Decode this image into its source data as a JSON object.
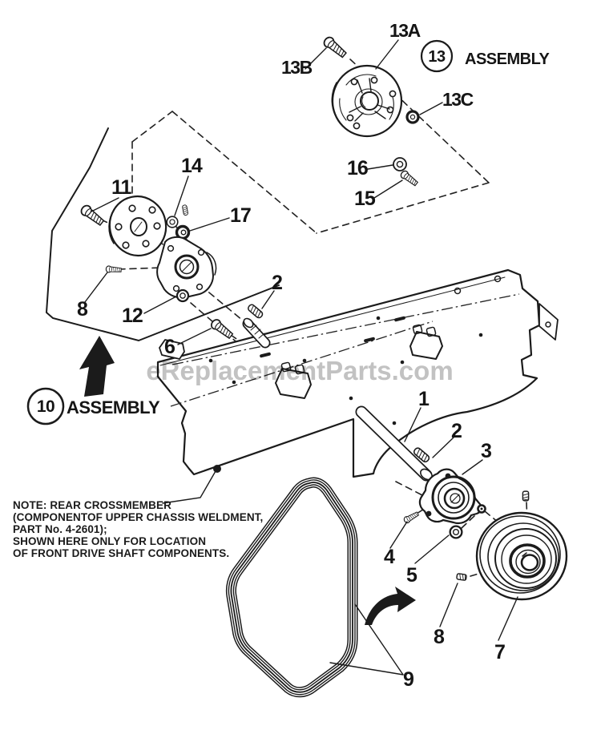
{
  "watermark": "eReplacementParts.com",
  "assembly_13": {
    "number": "13",
    "label": "ASSEMBLY"
  },
  "assembly_10": {
    "number": "10",
    "label": "ASSEMBLY"
  },
  "callouts": {
    "c13a": "13A",
    "c13b": "13B",
    "c13c": "13C",
    "c16": "16",
    "c15": "15",
    "c14": "14",
    "c11": "11",
    "c17": "17",
    "c8_left": "8",
    "c12": "12",
    "c6": "6",
    "c2_upper": "2",
    "c1": "1",
    "c2_lower": "2",
    "c3": "3",
    "c4": "4",
    "c5": "5",
    "c8_lower": "8",
    "c7": "7",
    "c9": "9"
  },
  "note": {
    "line1": "NOTE:  REAR CROSSMEMBER",
    "line2": "(COMPONENTOF UPPER CHASSIS WELDMENT,",
    "line3": "PART No. 4-2601);",
    "line4": "SHOWN HERE ONLY FOR LOCATION",
    "line5": "OF FRONT DRIVE SHAFT COMPONENTS."
  }
}
